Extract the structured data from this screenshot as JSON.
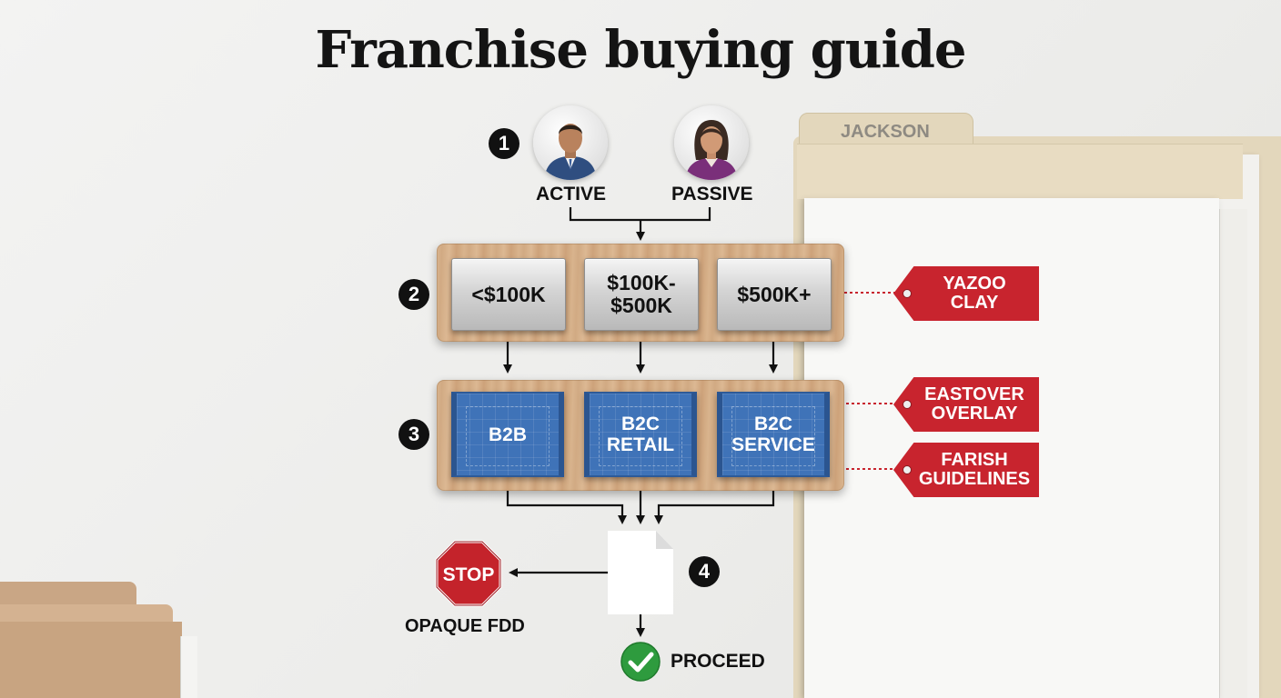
{
  "title": "Franchise buying guide",
  "folder_label": "JACKSON",
  "steps": [
    "1",
    "2",
    "3",
    "4"
  ],
  "step1": {
    "active_label": "ACTIVE",
    "passive_label": "PASSIVE"
  },
  "step2": {
    "budgets": [
      "<$100K",
      "$100K-\n$500K",
      "$500K+"
    ]
  },
  "step3": {
    "categories": [
      "B2B",
      "B2C\nRETAIL",
      "B2C\nSERVICE"
    ]
  },
  "tags": [
    "YAZOO\nCLAY",
    "EASTOVER\nOVERLAY",
    "FARISH\nGUIDELINES"
  ],
  "stop": {
    "sign_text": "STOP",
    "label": "OPAQUE FDD"
  },
  "proceed": {
    "label": "PROCEED"
  },
  "colors": {
    "tag_red": "#c8242e",
    "blueprint_blue": "#3f73b8",
    "stop_red": "#c4232b",
    "check_green": "#2e9b3e"
  }
}
